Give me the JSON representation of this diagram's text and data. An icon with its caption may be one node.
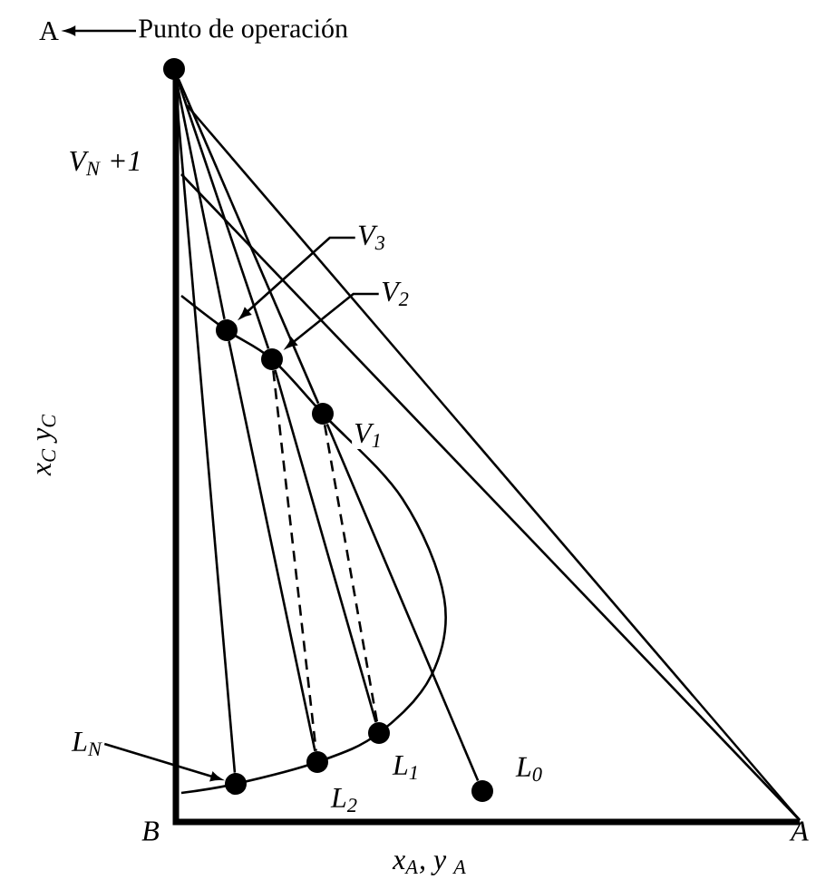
{
  "diagram": {
    "nodes": [
      {
        "text": [
          "A"
        ]
      },
      {
        "text": [
          "Punto de operación"
        ]
      },
      {
        "text": [],
        "shape": "circle"
      },
      {
        "text": [],
        "shape": "circle"
      },
      {
        "text": [],
        "shape": "circle"
      },
      {
        "text": [],
        "shape": "circle",
        "beside": [
          "V$_{1}$"
        ]
      },
      {
        "text": [],
        "shape": "circle"
      },
      {
        "text": [],
        "shape": "circle",
        "beside": [
          "L$_{2}$"
        ]
      },
      {
        "text": [],
        "shape": "circle",
        "beside": [
          "L$_{1}$"
        ]
      },
      {
        "text": [],
        "shape": "circle",
        "beside": [
          "L$_{0}$"
        ]
      },
      {
        "text": [
          "V$_{3}$"
        ]
      },
      {
        "text": [
          "V$_{2}$"
        ]
      },
      {
        "text": [
          "L$_{N}$"
        ]
      }
    ],
    "edges": [
      {
        "from": 1,
        "to": 0,
        "arrow": "to"
      },
      {
        "from": 2,
        "to": 3,
        "arrow": "none"
      },
      {
        "from": 3,
        "to": 7,
        "arrow": "none"
      },
      {
        "from": 2,
        "to": 4,
        "arrow": "none"
      },
      {
        "from": 4,
        "to": 8,
        "arrow": "none"
      },
      {
        "from": 2,
        "to": 5,
        "arrow": "none"
      },
      {
        "from": 5,
        "to": 9,
        "arrow": "none"
      },
      {
        "from": 2,
        "to": 6,
        "arrow": "none"
      },
      {
        "from": 5,
        "to": 8,
        "arrow": "none",
        "style": "dashed"
      },
      {
        "from": 4,
        "to": 7,
        "arrow": "none",
        "style": "dashed"
      },
      {
        "from": 10,
        "to": 3,
        "arrow": "to"
      },
      {
        "from": 11,
        "to": 4,
        "arrow": "to"
      },
      {
        "from": 12,
        "to": 6,
        "arrow": "to"
      }
    ],
    "labels": [
      "V$_{N}$ +1",
      "x$_{C}$ y$_{C}$",
      "B",
      "A",
      "x$_{A}$, y $_{A}$"
    ]
  }
}
